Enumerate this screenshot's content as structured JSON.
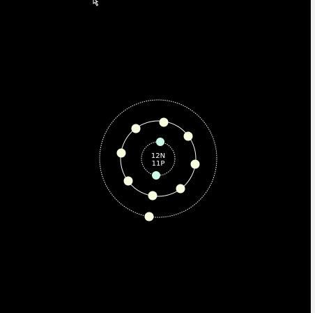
{
  "atom": {
    "neutrons_label": "12N",
    "protons_label": "11P",
    "shells": [
      {
        "electrons": 2,
        "dashed": true
      },
      {
        "electrons": 8,
        "dashed": false
      },
      {
        "electrons": 1,
        "dashed": true
      }
    ]
  },
  "colors": {
    "background": "#000000",
    "shell_line": "#ffffff",
    "inner_electron": "#ccffe6",
    "outer_electron": "#f6ffdf",
    "nucleus_text": "#ffffff"
  },
  "icons": {
    "cursor": "mouse-pointer-icon"
  }
}
